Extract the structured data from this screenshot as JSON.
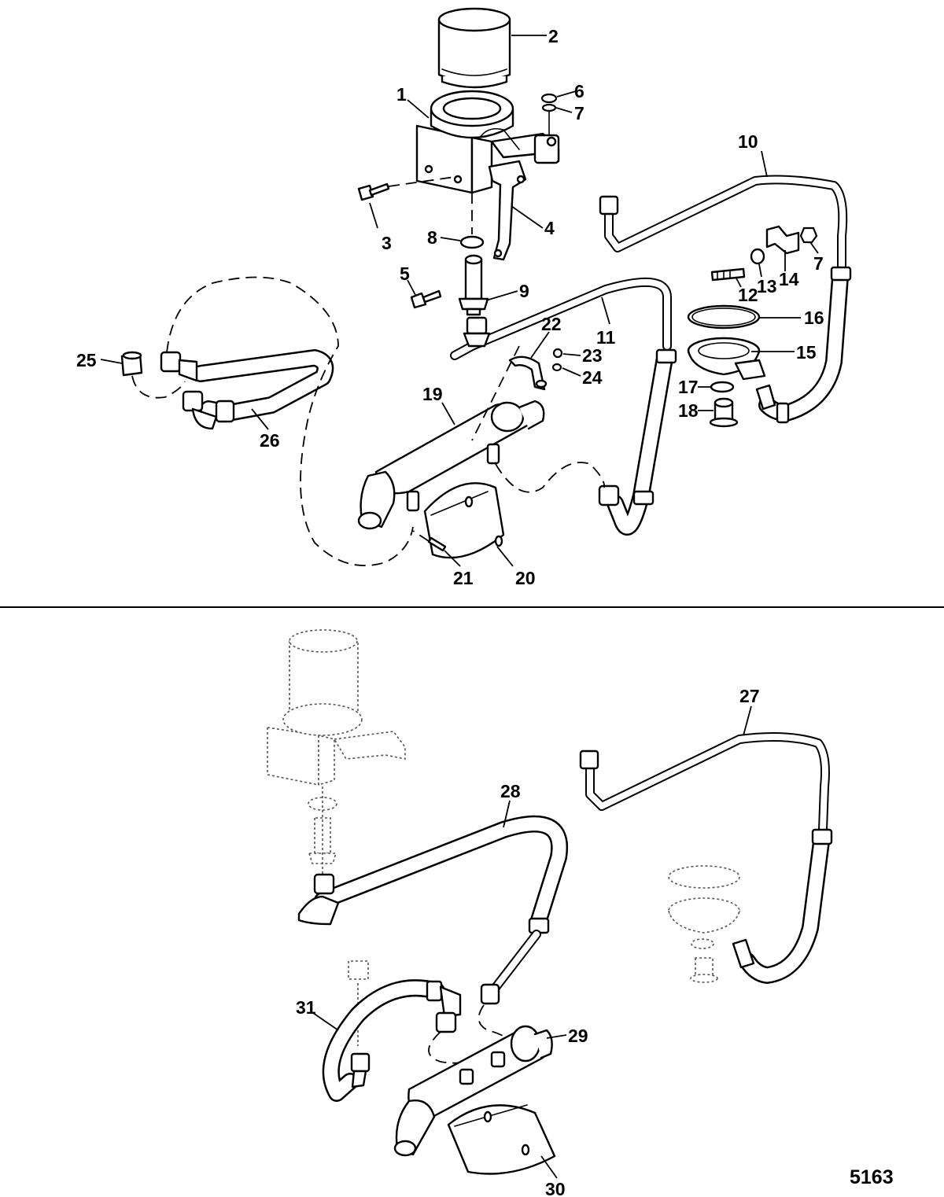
{
  "figure_number": "5163",
  "callouts": {
    "c1": "1",
    "c2": "2",
    "c3": "3",
    "c4": "4",
    "c5": "5",
    "c6": "6",
    "c7a": "7",
    "c7b": "7",
    "c8": "8",
    "c9": "9",
    "c10": "10",
    "c11": "11",
    "c12": "12",
    "c13": "13",
    "c14": "14",
    "c15": "15",
    "c16": "16",
    "c17": "17",
    "c18": "18",
    "c19": "19",
    "c20": "20",
    "c21": "21",
    "c22": "22",
    "c23": "23",
    "c24": "24",
    "c25": "25",
    "c26": "26",
    "c27": "27",
    "c28": "28",
    "c29": "29",
    "c30": "30",
    "c31": "31"
  }
}
